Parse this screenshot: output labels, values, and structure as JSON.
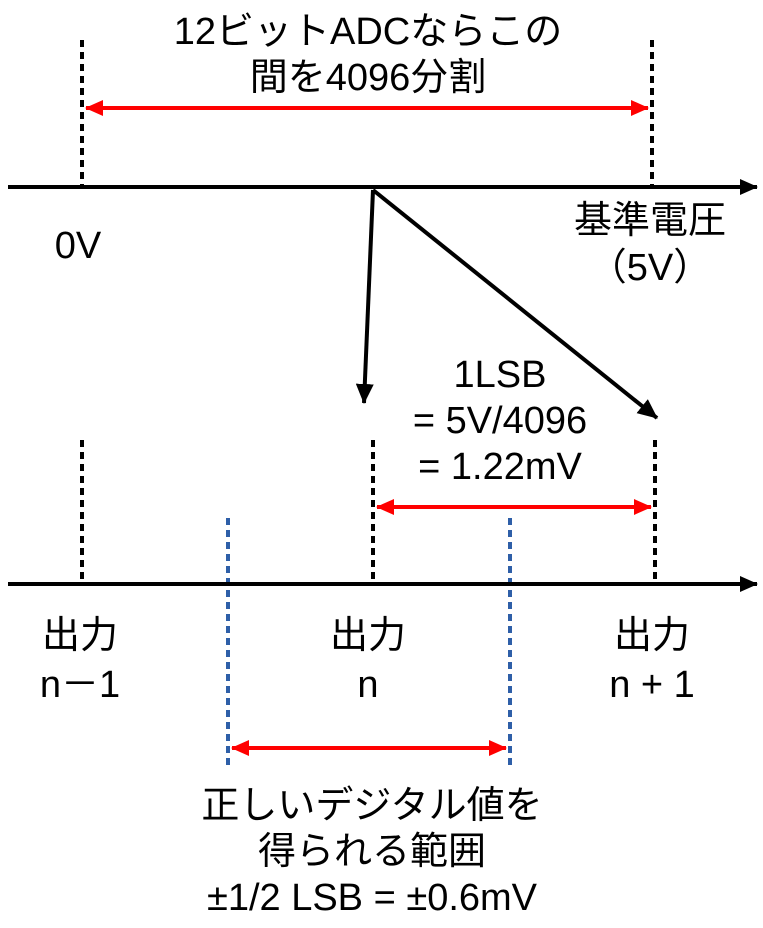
{
  "top_label": {
    "line1": "12ビットADCならこの",
    "line2": "間を4096分割"
  },
  "axis_top": {
    "start_label": "0V",
    "end_label_line1": "基準電圧",
    "end_label_line2": "（5V）"
  },
  "lsb_label": {
    "line1": "1LSB",
    "line2": "= 5V/4096",
    "line3": "= 1.22mV"
  },
  "outputs": [
    {
      "line1": "出力",
      "line2": "n－1"
    },
    {
      "line1": "出力",
      "line2": "n"
    },
    {
      "line1": "出力",
      "line2": "n + 1"
    }
  ],
  "bottom_label": {
    "line1": "正しいデジタル値を",
    "line2": "得られる範囲",
    "line3": "±1/2 LSB = ±0.6mV"
  },
  "colors": {
    "axis": "#000000",
    "range_arrow": "#ff0000",
    "tolerance_dash": "#2e5fa8"
  }
}
